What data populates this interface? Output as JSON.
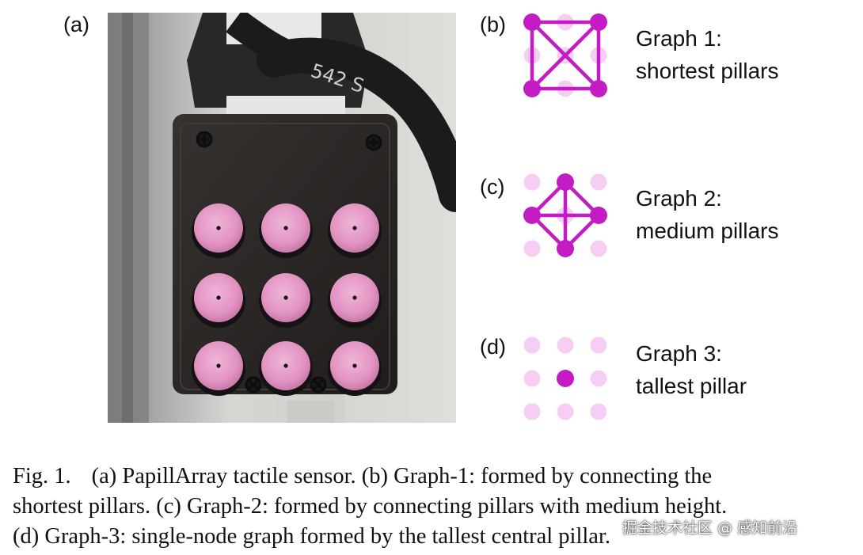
{
  "panels": {
    "a": {
      "label": "(a)"
    },
    "b": {
      "label": "(b)",
      "title": "Graph 1:",
      "subtitle": "shortest pillars"
    },
    "c": {
      "label": "(c)",
      "title": "Graph 2:",
      "subtitle": "medium pillars"
    },
    "d": {
      "label": "(d)",
      "title": "Graph 3:",
      "subtitle": "tallest pillar"
    }
  },
  "cable_marking": "542 S",
  "colors": {
    "node_active": "#c41cc4",
    "node_inactive": "#f6cdf3",
    "pillar": "#e79ac7",
    "sensor_body": "#2b2826"
  },
  "caption": {
    "line1_fig": "Fig. 1.",
    "line1_text": "(a) PapillArray tactile sensor. (b) Graph-1: formed by connecting the",
    "line2": "shortest pillars. (c) Graph-2: formed by connecting pillars with medium height.",
    "line3": "(d) Graph-3: single-node graph formed by the tallest central pillar."
  },
  "watermark": "掘金技术社区 @ 感知前沿"
}
